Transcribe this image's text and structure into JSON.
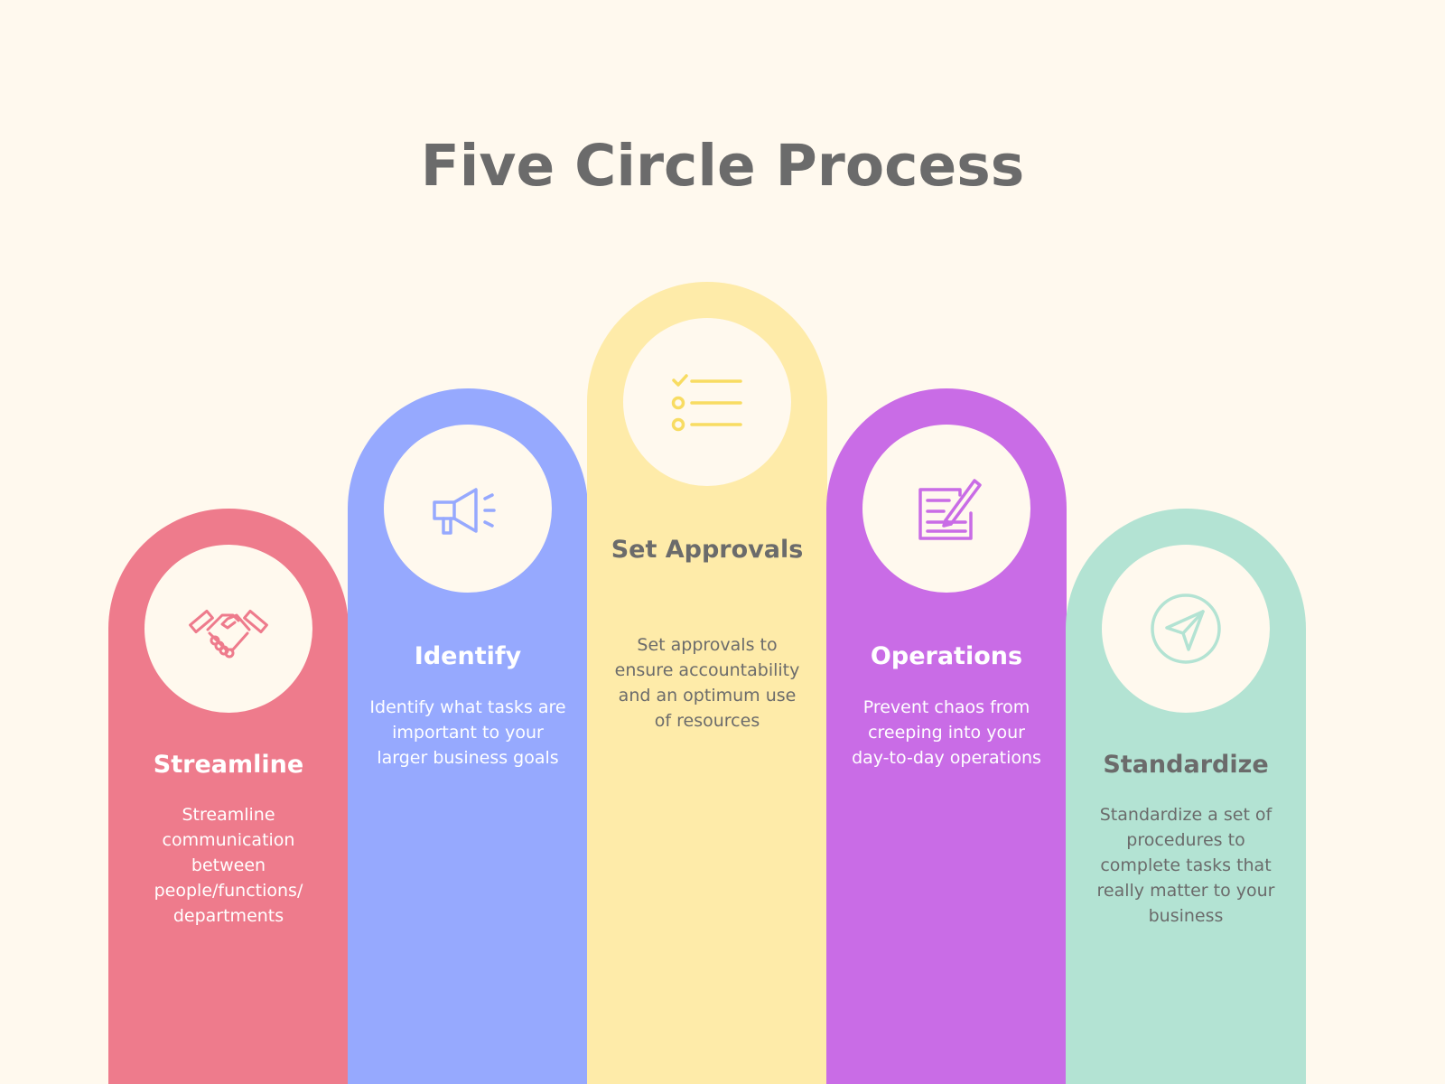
{
  "title": "Five Circle Process",
  "colors": {
    "background": "#fff9ee",
    "streamline": "#ee7b8c",
    "identify": "#96a9fe",
    "set_approvals": "#feeba9",
    "operations": "#c96ce6",
    "standardize": "#b3e3d3",
    "title_text": "#6b6b6b"
  },
  "steps": [
    {
      "key": "streamline",
      "icon": "handshake-icon",
      "title": "Streamline",
      "description": "Streamline communication between people/functions/ departments"
    },
    {
      "key": "identify",
      "icon": "megaphone-icon",
      "title": "Identify",
      "description": "Identify what tasks are important to your larger business goals"
    },
    {
      "key": "set_approvals",
      "icon": "checklist-icon",
      "title": "Set Approvals",
      "description": "Set approvals to ensure accountability and an optimum use of resources"
    },
    {
      "key": "operations",
      "icon": "document-edit-icon",
      "title": "Operations",
      "description": "Prevent chaos from creeping into your day-to-day operations"
    },
    {
      "key": "standardize",
      "icon": "send-icon",
      "title": "Standardize",
      "description": "Standardize a set of procedures to complete tasks that really matter to your business"
    }
  ]
}
